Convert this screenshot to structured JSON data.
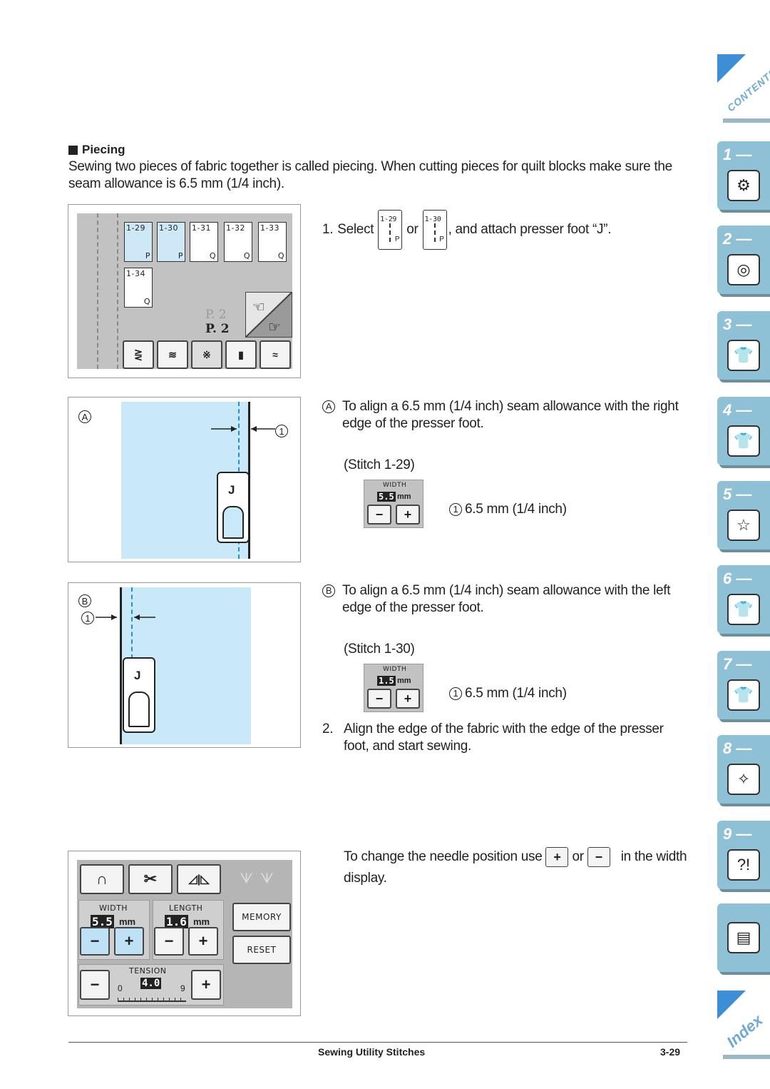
{
  "section": {
    "heading": "Piecing",
    "intro": "Sewing two pieces of fabric together is called piecing. When cutting pieces for quilt blocks make sure the seam allowance is 6.5 mm (1/4 inch)."
  },
  "screen1": {
    "stitch_keys": [
      {
        "label": "1-29",
        "suffix": "P"
      },
      {
        "label": "1-30",
        "suffix": "P"
      },
      {
        "label": "1-31",
        "suffix": "Q"
      },
      {
        "label": "1-32",
        "suffix": "Q"
      },
      {
        "label": "1-33",
        "suffix": "Q"
      },
      {
        "label": "1-34",
        "suffix": "Q"
      }
    ],
    "page_prev": "P. 2",
    "page_current": "P. 2"
  },
  "step1": {
    "num": "1.",
    "select": "Select",
    "or": "or",
    "rest": ", and attach presser foot “J”.",
    "key_a": {
      "label": "1-29",
      "suffix": "P"
    },
    "key_b": {
      "label": "1-30",
      "suffix": "P"
    }
  },
  "figA": {
    "marker": "A",
    "callout": "1",
    "foot": "J",
    "text": "To align a 6.5 mm (1/4 inch) seam allowance with the right edge of the presser foot.",
    "stitch": "(Stitch 1-29)",
    "width_label": "WIDTH",
    "width_value": "5.5",
    "unit": "mm",
    "minus": "−",
    "plus": "+",
    "note_num": "1",
    "note": "6.5 mm (1/4 inch)"
  },
  "figB": {
    "marker": "B",
    "callout": "1",
    "foot": "J",
    "text": "To align a 6.5 mm (1/4 inch) seam allowance with the left edge of the presser foot.",
    "stitch": "(Stitch 1-30)",
    "width_label": "WIDTH",
    "width_value": "1.5",
    "unit": "mm",
    "minus": "−",
    "plus": "+",
    "note_num": "1",
    "note": "6.5 mm (1/4 inch)"
  },
  "step2": {
    "num": "2.",
    "text": "Align the edge of the fabric with the edge of the presser foot, and start sewing."
  },
  "change": {
    "before": "To change the needle position use",
    "plus": "+",
    "or": "or",
    "minus": "−",
    "after": "in the width display."
  },
  "panel": {
    "width_label": "WIDTH",
    "width_value": "5.5",
    "length_label": "LENGTH",
    "length_value": "1.6",
    "unit": "mm",
    "memory": "MEMORY",
    "reset": "RESET",
    "tension_label": "TENSION",
    "tension_value": "4.0",
    "tension_min": "0",
    "tension_max": "9",
    "minus": "−",
    "plus": "+"
  },
  "tabs": {
    "contents": "CONTENTS",
    "chapters": [
      "1 —",
      "2 —",
      "3 —",
      "4 —",
      "5 —",
      "6 —",
      "7 —",
      "8 —",
      "9 —"
    ],
    "index": "Index"
  },
  "footer": {
    "title": "Sewing Utility Stitches",
    "page": "3-29"
  }
}
